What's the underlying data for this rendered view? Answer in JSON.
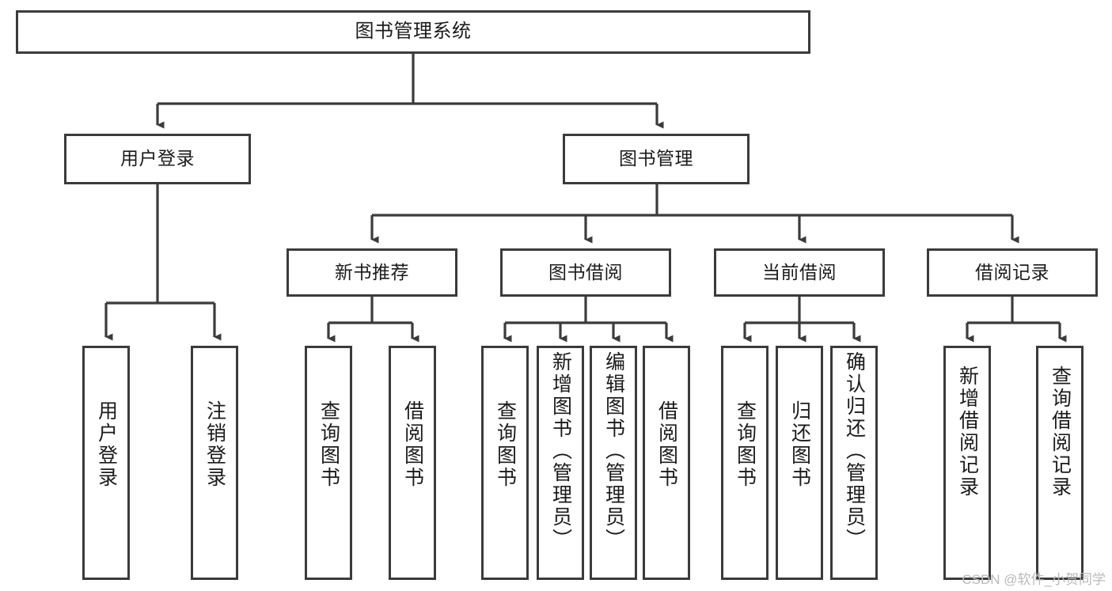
{
  "diagram": {
    "type": "tree-hierarchy-chart",
    "title": "图书管理系统",
    "orientation": "top-down",
    "colors": {
      "box_border": "#3b3b3b",
      "box_fill": "#ffffff",
      "connector": "#3b3b3b",
      "text": "#1b1b1b",
      "watermark": "#b9b9b9",
      "canvas": "#ffffff"
    },
    "root": {
      "id": "root",
      "label": "图书管理系统"
    },
    "level2": [
      {
        "id": "user-login",
        "label": "用户登录"
      },
      {
        "id": "book-manage",
        "label": "图书管理"
      }
    ],
    "level3": [
      {
        "id": "new-book-recommend",
        "label": "新书推荐",
        "parent": "book-manage"
      },
      {
        "id": "book-borrow",
        "label": "图书借阅",
        "parent": "book-manage"
      },
      {
        "id": "current-borrow",
        "label": "当前借阅",
        "parent": "book-manage"
      },
      {
        "id": "borrow-record",
        "label": "借阅记录",
        "parent": "book-manage"
      }
    ],
    "leaves": {
      "user_login": [
        {
          "id": "leaf-user-login",
          "label": "用户登录"
        },
        {
          "id": "leaf-user-logout",
          "label": "注销登录"
        }
      ],
      "new_book_recommend": [
        {
          "id": "leaf-query-book-1",
          "label": "查询图书"
        },
        {
          "id": "leaf-borrow-book-1",
          "label": "借阅图书"
        }
      ],
      "book_borrow": [
        {
          "id": "leaf-query-book-2",
          "label": "查询图书"
        },
        {
          "id": "leaf-add-book",
          "label": "新增图书（管理员）"
        },
        {
          "id": "leaf-edit-book",
          "label": "编辑图书（管理员）"
        },
        {
          "id": "leaf-borrow-book-2",
          "label": "借阅图书"
        }
      ],
      "current_borrow": [
        {
          "id": "leaf-query-book-3",
          "label": "查询图书"
        },
        {
          "id": "leaf-return-book",
          "label": "归还图书"
        },
        {
          "id": "leaf-confirm-return",
          "label": "确认归还（管理员）"
        }
      ],
      "borrow_record": [
        {
          "id": "leaf-add-record",
          "label": "新增借阅记录"
        },
        {
          "id": "leaf-query-record",
          "label": "查询借阅记录"
        }
      ]
    }
  },
  "watermark": {
    "text": "CSDN @软件_小贺同学"
  }
}
